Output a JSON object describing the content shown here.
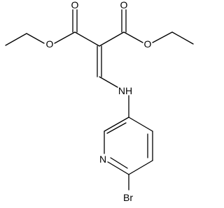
{
  "molecule": {
    "atoms": {
      "carbonyl_o_left": "O",
      "ester_o_left": "O",
      "carbonyl_o_right": "O",
      "ester_o_right": "O",
      "amine": "NH",
      "pyridine_n": "N",
      "bromine": "Br"
    }
  },
  "colors": {
    "bond": "#000000",
    "label": "#000000",
    "background": "#ffffff"
  }
}
